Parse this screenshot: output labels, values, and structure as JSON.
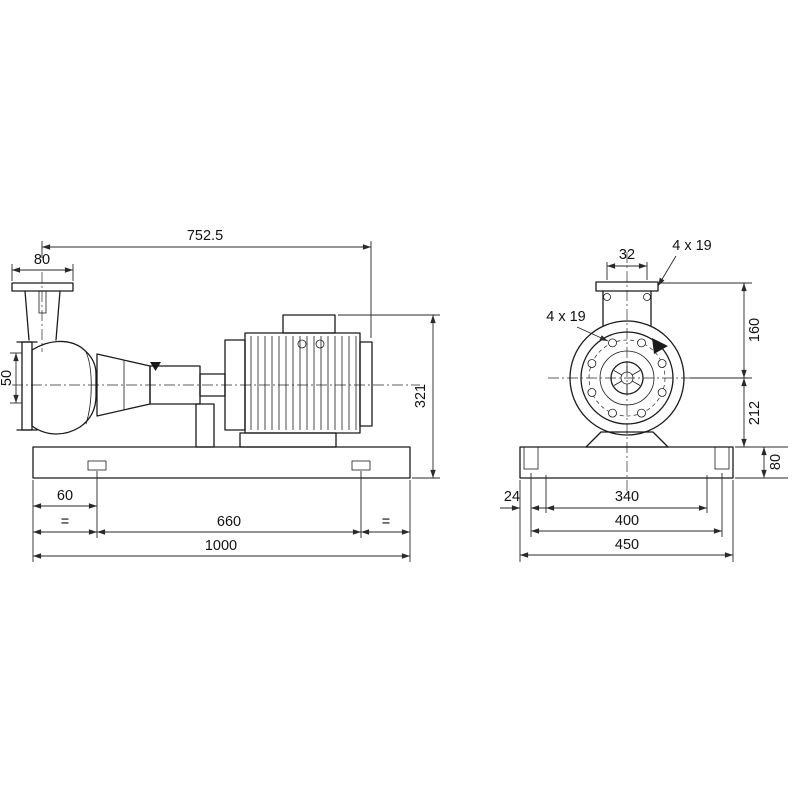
{
  "colors": {
    "ink": "#1b1b1b",
    "background": "#ffffff"
  },
  "drawing": {
    "type": "pump-dimensional-drawing",
    "side_view": {
      "overall_length": "752.5",
      "discharge_flange_width": "80",
      "suction_dim": "50",
      "height_above_base": "321",
      "foot_to_edge": "60",
      "equal_left": "=",
      "bolt_spacing": "660",
      "equal_right": "=",
      "base_length": "1000"
    },
    "end_view": {
      "discharge_port_width": "32",
      "discharge_flange_holes": "4 x 19",
      "suction_flange_holes": "4 x 19",
      "flange_to_center": "160",
      "center_to_base": "212",
      "base_height": "80",
      "edge_to_slot": "24",
      "slot_spacing": "340",
      "bolt_spacing": "400",
      "base_width": "450"
    }
  }
}
